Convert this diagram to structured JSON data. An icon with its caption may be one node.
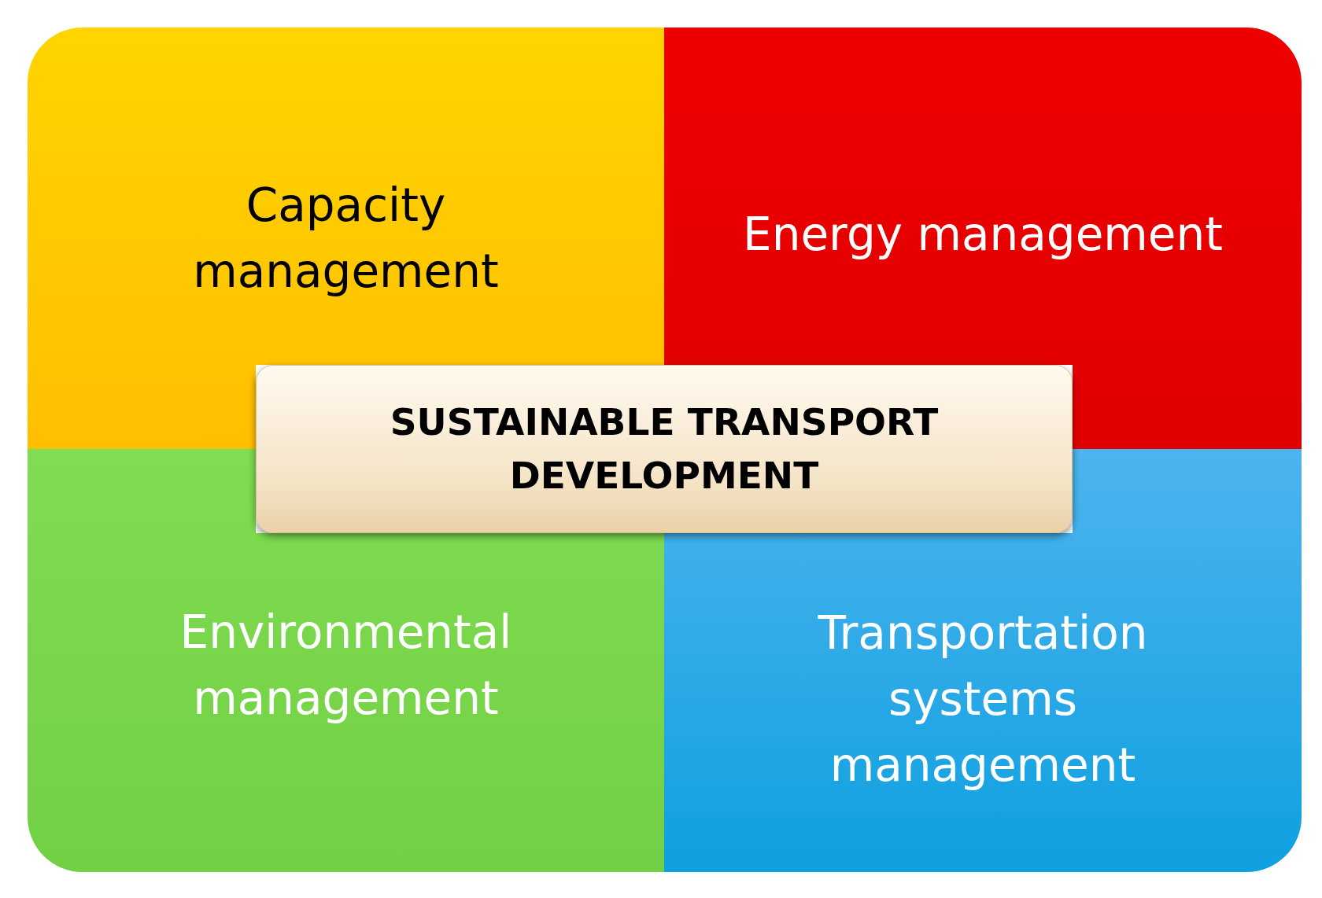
{
  "diagram": {
    "nodes": [
      {
        "text": [
          "Capacity management"
        ]
      },
      {
        "text": [
          "Energy management"
        ]
      },
      {
        "text": [
          "SUSTAINABLE TRANSPORT DEVELOPMENT"
        ]
      },
      {
        "text": [
          "Environmental management"
        ]
      },
      {
        "text": [
          "Transportation systems management"
        ]
      }
    ]
  }
}
